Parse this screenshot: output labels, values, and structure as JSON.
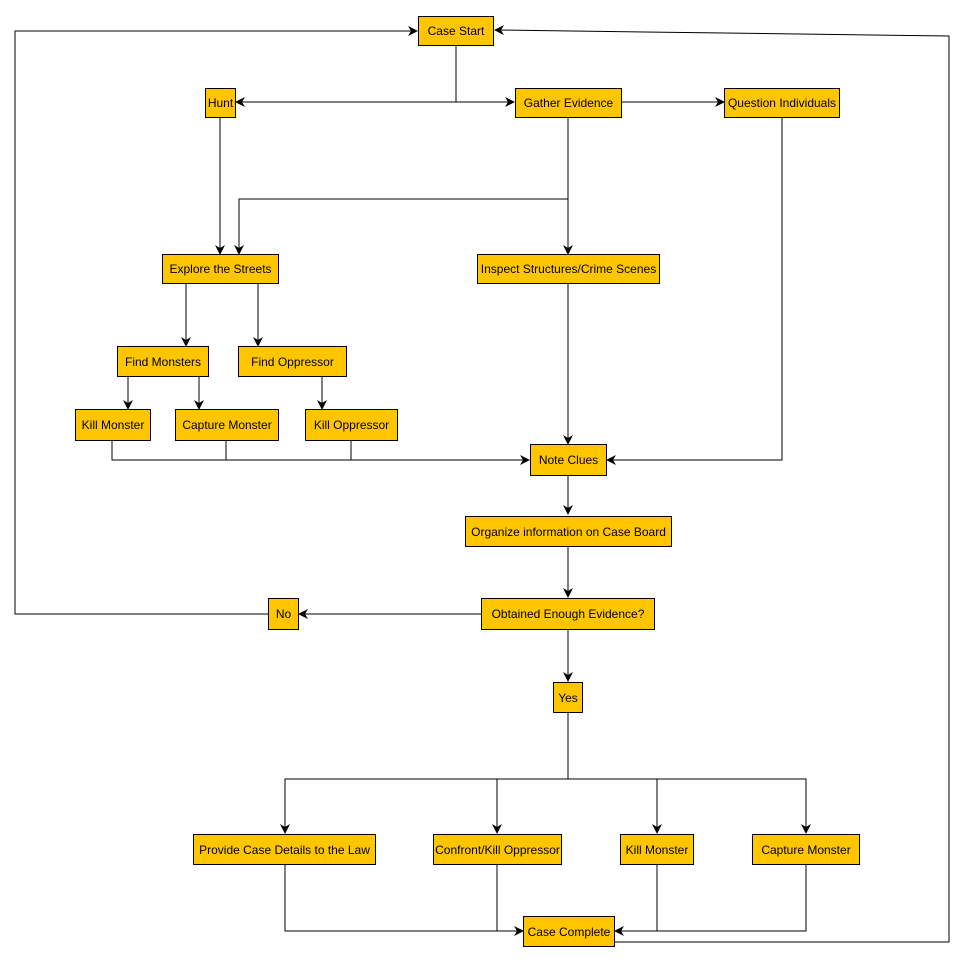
{
  "nodes": {
    "case_start": "Case Start",
    "hunt": "Hunt",
    "gather_evidence": "Gather Evidence",
    "question_individuals": "Question Individuals",
    "explore_streets": "Explore the Streets",
    "inspect_structures": "Inspect Structures/Crime Scenes",
    "find_monsters": "Find Monsters",
    "find_oppressor": "Find Oppressor",
    "kill_monster_1": "Kill Monster",
    "capture_monster_1": "Capture Monster",
    "kill_oppressor": "Kill Oppressor",
    "note_clues": "Note Clues",
    "organize_info": "Organize information on Case Board",
    "obtained_evidence": "Obtained Enough Evidence?",
    "no": "No",
    "yes": "Yes",
    "provide_details": "Provide Case Details to the Law",
    "confront_oppressor": "Confront/Kill Oppressor",
    "kill_monster_2": "Kill Monster",
    "capture_monster_2": "Capture Monster",
    "case_complete": "Case Complete"
  },
  "colors": {
    "node_fill": "#ffc600",
    "stroke": "#000000"
  }
}
